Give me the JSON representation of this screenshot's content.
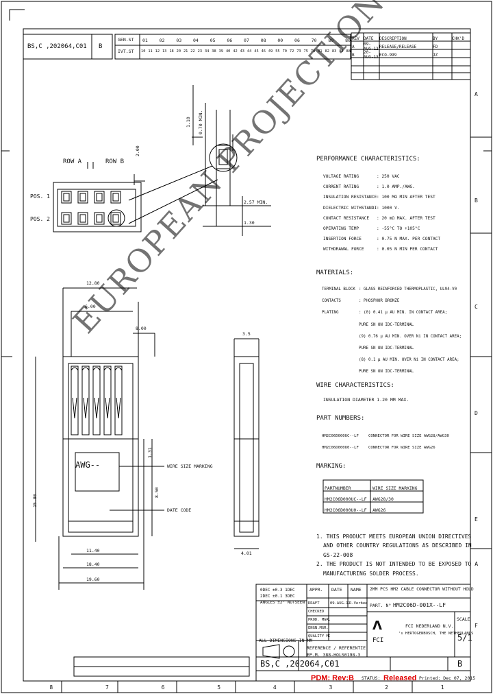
{
  "drawing_number": "BS,C ,202064,C01",
  "sheet_letter": "B",
  "series_table": {
    "row1_label": "GEN.ST",
    "row1_values": [
      "01",
      "02",
      "03",
      "04",
      "05",
      "06",
      "07",
      "08",
      "00",
      "06",
      "70",
      "80",
      "80"
    ],
    "row2_label": "IVT.ST",
    "row2_values": [
      "10",
      "11",
      "12",
      "13",
      "18",
      "20",
      "21",
      "22",
      "23",
      "34",
      "38",
      "39",
      "40",
      "42",
      "43",
      "44",
      "45",
      "46",
      "49",
      "55",
      "70",
      "72",
      "73",
      "75",
      "78",
      "81",
      "82",
      "83",
      "84",
      "88"
    ]
  },
  "revision_table": {
    "headers": [
      "REV",
      "DATE",
      "DESCRIPTION",
      "BY",
      "CHK'D"
    ],
    "rows": [
      [
        "A",
        "09-AUG-12",
        "RELEASE/RELEASE",
        "FD",
        ""
      ],
      [
        "B",
        "20-AUG-13",
        "ECO-999",
        "JZ",
        ""
      ]
    ]
  },
  "dims": {
    "pitch_v": "1.10",
    "min_len": "0.70 MIN.",
    "pitch_h": "2.00",
    "min2": "2.57 MIN.",
    "ref_130": "1.30",
    "w1280": "12.80",
    "w600": "6.00",
    "w800": "8.00",
    "r35": "3.5",
    "h1340": "1.31",
    "h1580": "15.80",
    "h850": "8.50",
    "w1140": "11.40",
    "w1840": "18.40",
    "w1960": "19.60",
    "w401": "4.01"
  },
  "rows": {
    "a": "ROW A",
    "b": "ROW B",
    "pos1": "POS. 1",
    "pos2": "POS. 2"
  },
  "callouts": {
    "awg": "AWG--",
    "wire_size": "WIRE SIZE MARKING",
    "date_code": "DATE CODE"
  },
  "performance": {
    "title": "PERFORMANCE CHARACTERISTICS:",
    "items": [
      [
        "VOLTAGE RATING",
        ": 250 VAC"
      ],
      [
        "CURRENT RATING",
        ": 1.0 AMP./AWG."
      ],
      [
        "INSULATION RESISTANCE",
        ": 100 MΩ MIN AFTER TEST"
      ],
      [
        "DIELECTRIC WITHSTANDING VOLTAGE",
        ": 1000 V."
      ],
      [
        "CONTACT RESISTANCE",
        ": 20 mΩ MAX. AFTER TEST"
      ],
      [
        "OPERATING TEMP",
        ": -55°C TO +105°C"
      ],
      [
        "INSERTION FORCE",
        ": 0.75 N MAX. PER CONTACT"
      ],
      [
        "WITHDRAWAL FORCE",
        ": 0.05 N MIN PER CONTACT"
      ]
    ]
  },
  "materials": {
    "title": "MATERIALS:",
    "items": [
      [
        "TERMINAL BLOCK",
        ": GLASS REINFORCED THERMOPLASTIC, UL94-V0"
      ],
      [
        "CONTACTS",
        ": PHOSPHOR BRONZE"
      ],
      [
        "PLATING",
        ": (0) 0.41 μ AU MIN. IN CONTACT AREA;"
      ],
      [
        "",
        "PURE SN ON IDC-TERMINAL"
      ],
      [
        "",
        "(9) 0.76 μ AU MIN. OVER Ni IN CONTACT AREA;"
      ],
      [
        "",
        "PURE SN ON IDC-TERMINAL"
      ],
      [
        "",
        "(8) 0.1 μ AU MIN. OVER Ni IN CONTACT AREA;"
      ],
      [
        "",
        "PURE SN ON IDC-TERMINAL"
      ]
    ]
  },
  "wire": {
    "title": "WIRE CHARACTERISTICS:",
    "text": "INSULATION DIAMETER 1.20 MM MAX."
  },
  "part_numbers": {
    "title": "PART NUMBERS:",
    "items": [
      [
        "HM2C06D000UC--LF",
        "CONNECTOR FOR WIRE SIZE AWG28/AWG30"
      ],
      [
        "HM2C06D000U0--LF",
        "CONNECTOR FOR WIRE SIZE AWG26"
      ]
    ]
  },
  "marking": {
    "title": "MARKING:",
    "headers": [
      "PARTNUMBER",
      "WIRE SIZE MARKING"
    ],
    "rows": [
      [
        "HM2C06D000UC--LF",
        "AWG28/30"
      ],
      [
        "HM2C06D000U0--LF",
        "AWG26"
      ]
    ]
  },
  "notes": [
    "1. THIS PRODUCT MEETS EUROPEAN UNION DIRECTIVES",
    "AND OTHER COUNTRY REGULATIONS AS DESCRIBED IN",
    "GS-22-008",
    "2. THE PRODUCT IS NOT INTENDED TO BE EXPOSED TO A",
    "MANUFACTURING SOLDER PROCESS."
  ],
  "watermark": "EUROPEAN PROJECTION",
  "title_block": {
    "tol_lines": [
      "0DEC ±0.3 1DEC",
      "2DEC ±0.1 3DEC",
      "ANGLES ±2° NOTSEEN"
    ],
    "appr": "APPR.",
    "date": "DATE",
    "name": "NAME",
    "title": "2MM PCS HM2 CABLE CONNECTOR WITHOUT HOLD",
    "part_label": "PART. N°",
    "part_no": "HM2C06D-001X--LF",
    "rows": [
      [
        "DRAFT",
        "09-AUG-12",
        "R.Verbeek"
      ],
      [
        "CHECKED",
        "",
        ""
      ],
      [
        "PROD. MGR.",
        "",
        ""
      ],
      [
        "ENGN.MGR.",
        "",
        ""
      ],
      [
        "QUALITY MGR.",
        "",
        ""
      ]
    ],
    "company": "FCI NEDERLAND N.V.",
    "company2": "‘s HERTOGENBOSCH, THE NETHERLANDS",
    "logo_text": "FCI",
    "scale_label": "SCALE",
    "scale": "5/1",
    "dims_in_mm": "ALL DIMENSIONS IN MM",
    "ref_label": "REFERENCE / REFERENTIE",
    "ref_value": "EP.M. 388-HOLS0198-3",
    "footer_id": "BS,C ,202064,C01",
    "footer_sheet": "B",
    "pdm": "PDM: Rev:B",
    "status": "Released",
    "status_prefix": "STATUS:",
    "printed": "Printed: Dec 07, 2015"
  },
  "border_numbers": [
    "8",
    "7",
    "6",
    "5",
    "4",
    "3",
    "2",
    "1"
  ],
  "border_letters": [
    "A",
    "B",
    "C",
    "D",
    "E",
    "F"
  ]
}
